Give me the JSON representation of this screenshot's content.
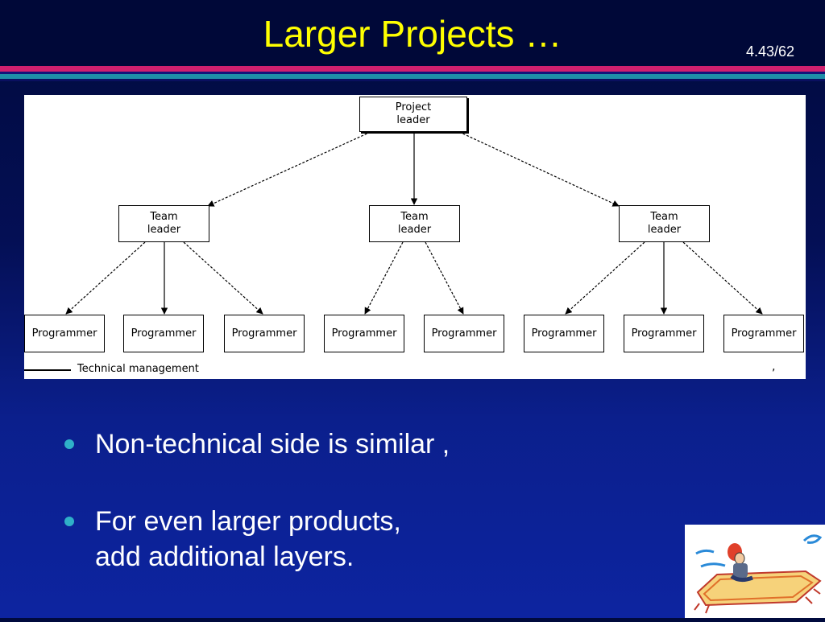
{
  "slide": {
    "title": "Larger Projects …",
    "page_number": "4.43/62"
  },
  "diagram": {
    "root": {
      "line1": "Project",
      "line2": "leader"
    },
    "team_leaders": [
      {
        "line1": "Team",
        "line2": "leader"
      },
      {
        "line1": "Team",
        "line2": "leader"
      },
      {
        "line1": "Team",
        "line2": "leader"
      }
    ],
    "programmers": [
      "Programmer",
      "Programmer",
      "Programmer",
      "Programmer",
      "Programmer",
      "Programmer",
      "Programmer",
      "Programmer"
    ],
    "legend": "Technical management",
    "legend_mark": ","
  },
  "bullets": [
    {
      "text": "Non-technical side is similar ,"
    },
    {
      "line1": "For even larger products,",
      "line2": "add additional layers."
    }
  ],
  "colors": {
    "title": "#ffff00",
    "accent_stripe": "#d0206e",
    "teal_stripe": "#1e8ea8",
    "bullet": "#2fb0c8"
  },
  "icons": {
    "clipart": "person-on-flying-carpet-clipart"
  }
}
